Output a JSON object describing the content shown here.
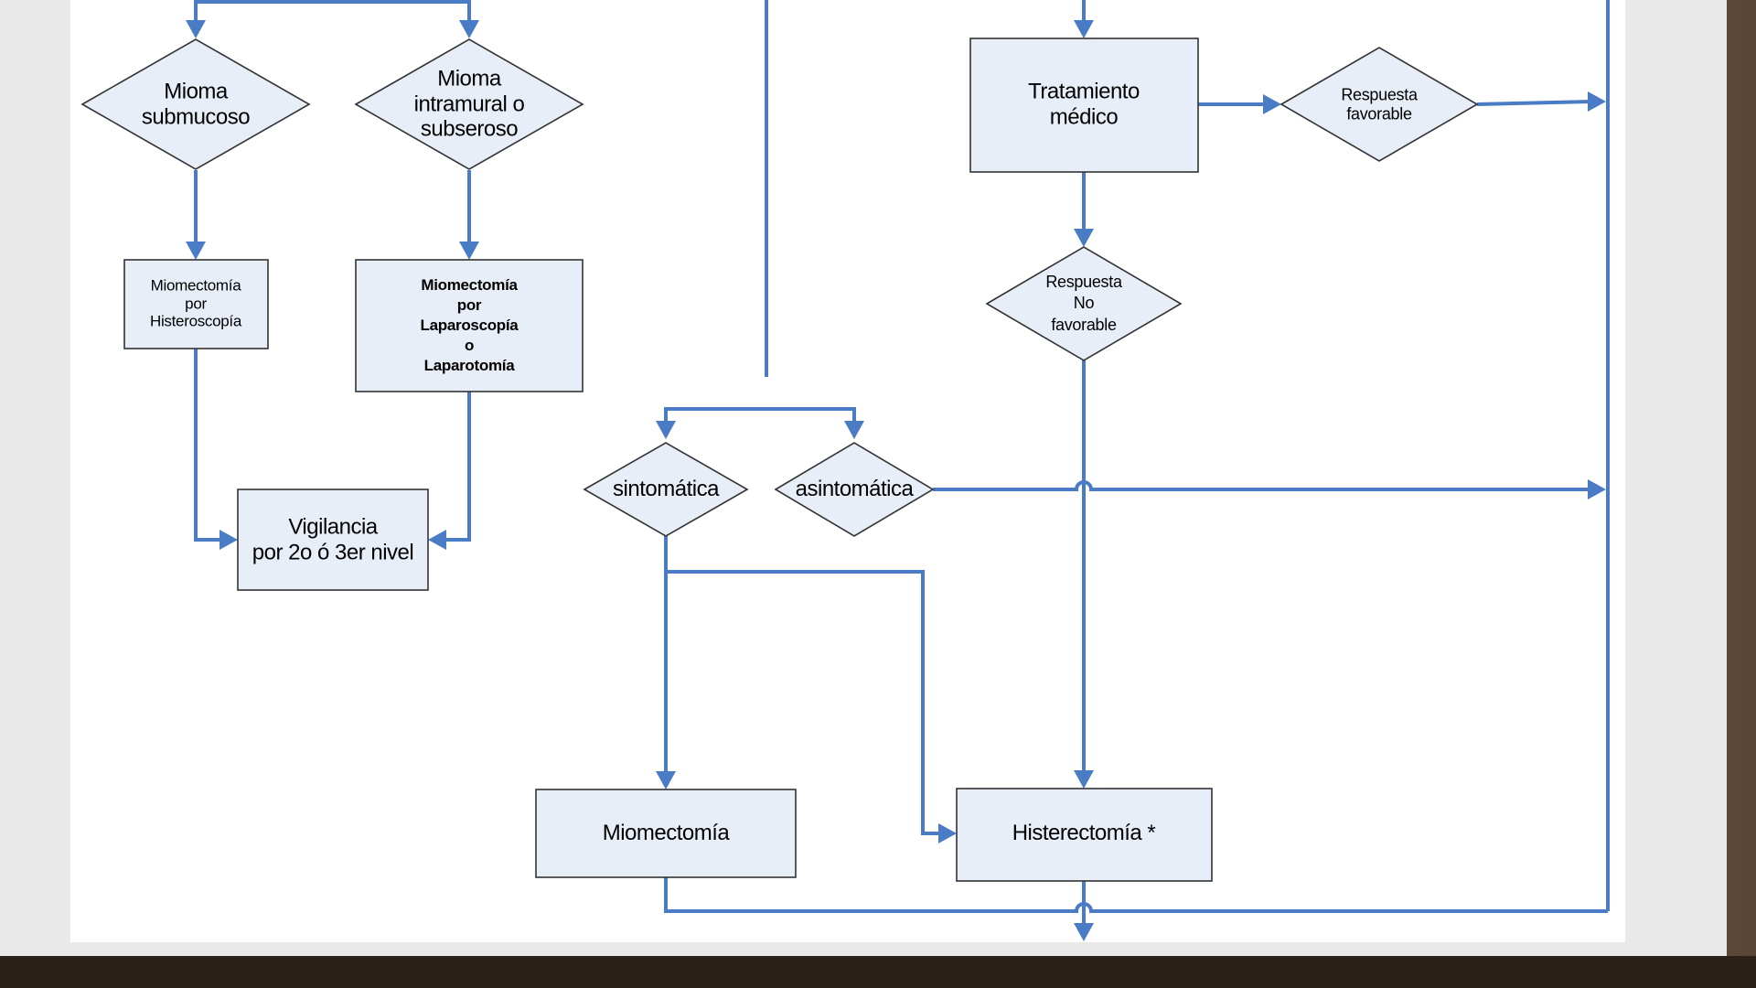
{
  "colors": {
    "node_fill": "#e8eef8",
    "node_stroke": "#333333",
    "edge": "#4a7cc6",
    "slide_bg": "#ffffff",
    "frame": "#e9e9e9",
    "accent_band": "#7a0f12",
    "dark_band": "#2b2017"
  },
  "nodes": {
    "mioma_submucoso": "Mioma\nsubmucoso",
    "mioma_intramural": "Mioma\nintramural o\nsubseroso",
    "tratamiento_medico": "Tratamiento\nmédico",
    "respuesta_favorable": "Respuesta\nfavorable",
    "miomectomia_histeroscopia": "Miomectomía\npor\nHisteroscopía",
    "miomectomia_laparoscopia": "Miomectomía\npor\nLaparoscopía\no\nLaparotomía",
    "respuesta_no_favorable": "Respuesta\nNo\nfavorable",
    "vigilancia": "Vigilancia\npor 2o ó 3er nivel",
    "sintomatica": "sintomática",
    "asintomatica": "asintomática",
    "miomectomia": "Miomectomía",
    "histerectomia": "Histerectomía *"
  }
}
